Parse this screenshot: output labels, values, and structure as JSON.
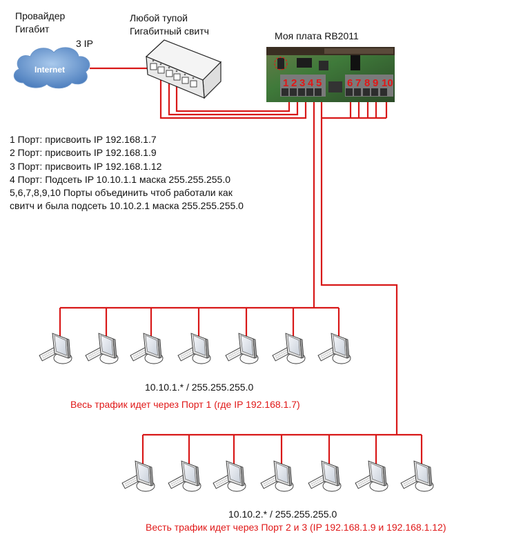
{
  "provider": {
    "label_line1": "Провайдер",
    "label_line2": "Гигабит",
    "ip_count": "3 IP",
    "cloud_label": "Internet"
  },
  "switch": {
    "label_line1": "Любой тупой",
    "label_line2": "Гигабитный свитч"
  },
  "board": {
    "label": "Моя плата RB2011",
    "port_numbers": [
      "1",
      "2",
      "3",
      "4",
      "5",
      "6",
      "7",
      "8",
      "9",
      "10"
    ]
  },
  "notes": [
    "1 Порт: присвоить IP 192.168.1.7",
    "2 Порт: присвоить IP 192.168.1.9",
    "3 Порт: присвоить IP 192.168.1.12",
    "4 Порт: Подсеть IP 10.10.1.1 маска 255.255.255.0",
    "5,6,7,8,9,10 Порты объединить чтоб работали как",
    "свитч и была подсеть 10.10.2.1 маска 255.255.255.0"
  ],
  "group1": {
    "computer_count": 7,
    "subnet": "10.10.1.* / 255.255.255.0",
    "traffic_note": "Весь трафик идет через Порт 1 (где IP 192.168.1.7)"
  },
  "group2": {
    "computer_count": 7,
    "subnet": "10.10.2.* / 255.255.255.0",
    "traffic_note": "Весть трафик идет через Порт 2 и 3 (IP 192.168.1.9 и 192.168.1.12)"
  },
  "colors": {
    "cable": "#d81818",
    "accent_text": "#e01818",
    "cloud": "#5a8cc8"
  }
}
